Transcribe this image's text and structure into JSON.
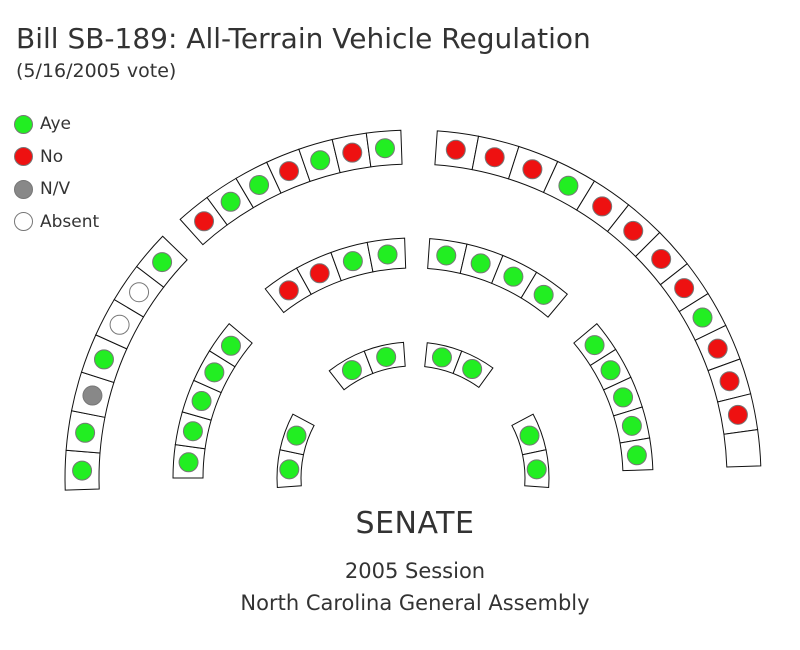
{
  "title": "Bill SB-189: All-Terrain Vehicle Regulation",
  "subtitle": "(5/16/2005 vote)",
  "legend": [
    {
      "key": "aye",
      "label": "Aye",
      "color": "#22ee22"
    },
    {
      "key": "no",
      "label": "No",
      "color": "#ee1111"
    },
    {
      "key": "nv",
      "label": "N/V",
      "color": "#888888"
    },
    {
      "key": "absent",
      "label": "Absent",
      "color": "#ffffff"
    }
  ],
  "chamber": "SENATE",
  "session": "2005 Session",
  "assembly": "North Carolina General Assembly",
  "seat_sections": [
    {
      "name": "left-outer",
      "ring": 3,
      "votes": [
        "aye",
        "aye",
        "nv",
        "aye",
        "absent",
        "absent",
        "aye"
      ]
    },
    {
      "name": "upper-left-outer",
      "ring": 3,
      "votes": [
        "no",
        "aye",
        "aye",
        "no",
        "aye",
        "no",
        "aye"
      ]
    },
    {
      "name": "upper-right-outer",
      "ring": 3,
      "votes": [
        "no",
        "no",
        "no",
        "aye",
        "no",
        "no",
        "no"
      ]
    },
    {
      "name": "right-outer",
      "ring": 3,
      "votes": [
        "no",
        "aye",
        "no",
        "no",
        "no",
        "empty"
      ]
    },
    {
      "name": "left-middle",
      "ring": 2,
      "votes": [
        "aye",
        "aye",
        "aye",
        "aye",
        "aye"
      ]
    },
    {
      "name": "upper-left-middle",
      "ring": 2,
      "votes": [
        "no",
        "no",
        "aye",
        "aye"
      ]
    },
    {
      "name": "upper-right-middle",
      "ring": 2,
      "votes": [
        "aye",
        "aye",
        "aye",
        "aye"
      ]
    },
    {
      "name": "right-middle",
      "ring": 2,
      "votes": [
        "aye",
        "aye",
        "aye",
        "aye",
        "aye"
      ]
    },
    {
      "name": "left-inner",
      "ring": 1,
      "votes": [
        "aye",
        "aye"
      ]
    },
    {
      "name": "upper-left-inner",
      "ring": 1,
      "votes": [
        "aye",
        "aye"
      ]
    },
    {
      "name": "upper-right-inner",
      "ring": 1,
      "votes": [
        "aye",
        "aye"
      ]
    },
    {
      "name": "right-inner",
      "ring": 1,
      "votes": [
        "aye",
        "aye"
      ]
    }
  ]
}
